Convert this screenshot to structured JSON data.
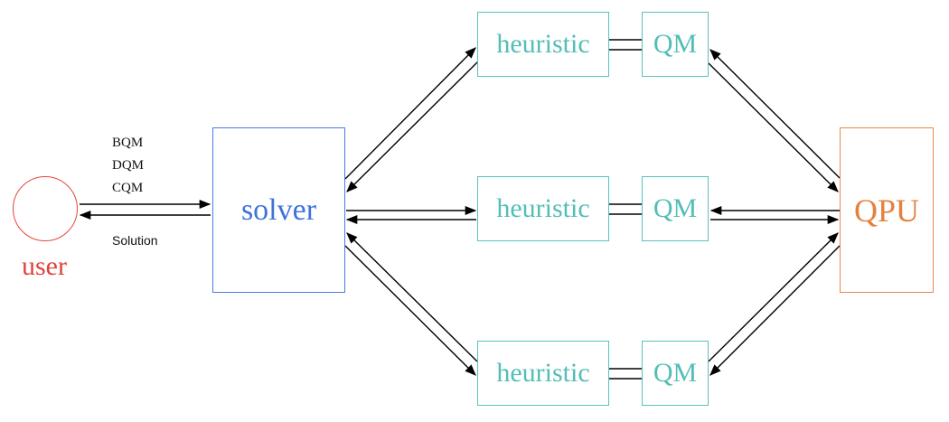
{
  "user": {
    "label": "user"
  },
  "io": {
    "inputs": [
      "BQM",
      "DQM",
      "CQM"
    ],
    "output": "Solution"
  },
  "solver": {
    "label": "solver"
  },
  "workers": [
    {
      "heuristic_label": "heuristic",
      "qm_label": "QM"
    },
    {
      "heuristic_label": "heuristic",
      "qm_label": "QM"
    },
    {
      "heuristic_label": "heuristic",
      "qm_label": "QM"
    }
  ],
  "qpu": {
    "label": "QPU"
  },
  "colors": {
    "user": "#e8463c",
    "solver": "#4a7be0",
    "worker": "#5bc1bb",
    "qpu": "#e88a4a",
    "arrow": "#000000"
  }
}
